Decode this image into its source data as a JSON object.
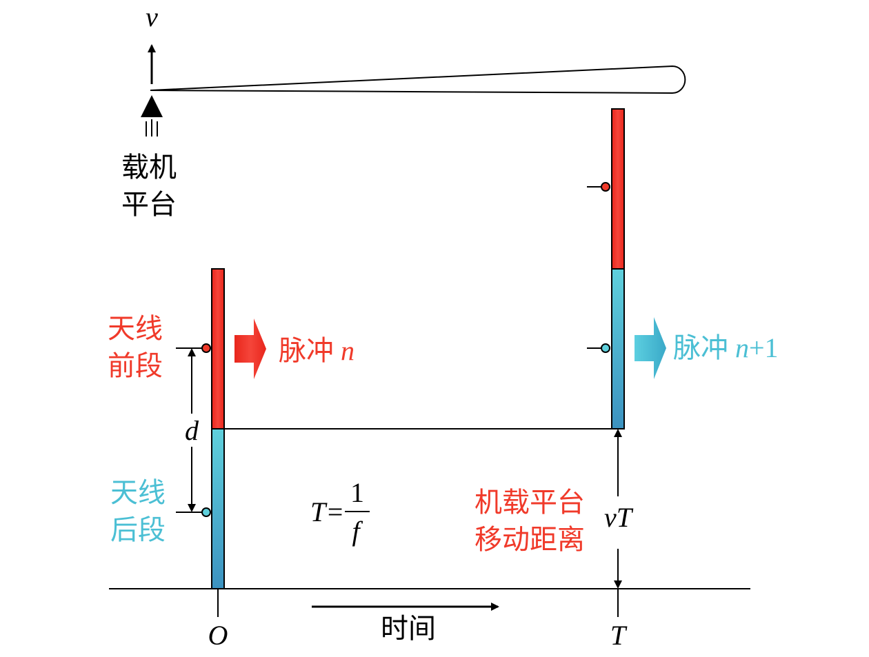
{
  "platform": {
    "velocity_symbol": "v",
    "label_line1": "载机",
    "label_line2": "平台"
  },
  "antenna": {
    "front_line1": "天线",
    "front_line2": "前段",
    "rear_line1": "天线",
    "rear_line2": "后段",
    "front_color": "#f03a2a",
    "rear_color": "#4fb3cf"
  },
  "pulses": {
    "first_prefix": "脉冲",
    "first_symbol": "n",
    "second_prefix": "脉冲",
    "second_symbol": "n",
    "second_suffix": "+1",
    "first_color": "#f03a2a",
    "second_color": "#4bbfd4"
  },
  "spacing_symbol": "d",
  "period": {
    "lhs": "T=",
    "numerator": "1",
    "denominator": "f"
  },
  "motion": {
    "label_line1": "机载平台",
    "label_line2": "移动距离",
    "distance_symbol": "vT",
    "color": "#f03a2a"
  },
  "time_axis": {
    "label": "时间",
    "origin_label": "O",
    "end_label": "T"
  }
}
